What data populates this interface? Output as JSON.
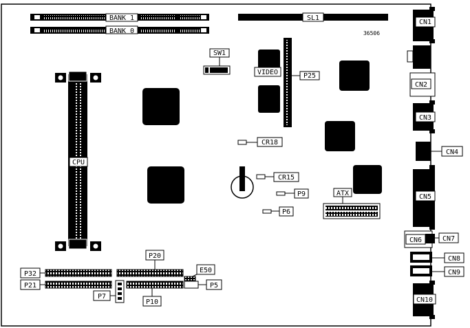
{
  "labels": {
    "bank1": "BANK 1",
    "bank0": "BANK 0",
    "sl1": "SL1",
    "part_number": "36506",
    "sw1": "SW1",
    "video": "VIDEO",
    "p25": "P25",
    "cpu": "CPU",
    "cr18": "CR18",
    "cr15": "CR15",
    "p9": "P9",
    "p6": "P6",
    "atx": "ATX",
    "cn1": "CN1",
    "cn2": "CN2",
    "cn3": "CN3",
    "cn4": "CN4",
    "cn5": "CN5",
    "cn6": "CN6",
    "cn7": "CN7",
    "cn8": "CN8",
    "cn9": "CN9",
    "cn10": "CN10",
    "p32": "P32",
    "p21": "P21",
    "p20": "P20",
    "e50": "E50",
    "p5": "P5",
    "p7": "P7",
    "p10": "P10"
  },
  "colors": {
    "ink": "#000000",
    "paper": "#ffffff",
    "connector_fill": "#e8e8e8"
  }
}
